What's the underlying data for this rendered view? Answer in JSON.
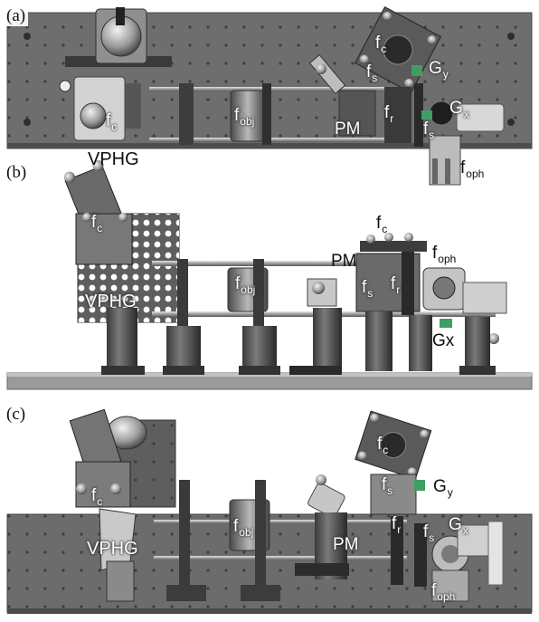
{
  "panels": [
    {
      "id": "a",
      "label": "(a)",
      "labels": {
        "vphg": "VPHG",
        "fc_left": {
          "main": "f",
          "sub": "c"
        },
        "fobj": {
          "main": "f",
          "sub": "obj"
        },
        "pm": "PM",
        "fc_right": {
          "main": "f",
          "sub": "c"
        },
        "fs": {
          "main": "f",
          "sub": "s"
        },
        "gy": {
          "main": "G",
          "sub": "y"
        },
        "fr": {
          "main": "f",
          "sub": "r"
        },
        "gx": {
          "main": "G",
          "sub": "x"
        },
        "fs2": {
          "main": "f",
          "sub": "s"
        },
        "foph": {
          "main": "f",
          "sub": "oph"
        }
      }
    },
    {
      "id": "b",
      "label": "(b)",
      "labels": {
        "fc": {
          "main": "f",
          "sub": "c"
        },
        "vphg": "VPHG",
        "fobj": {
          "main": "f",
          "sub": "obj"
        },
        "pm": "PM",
        "fs": {
          "main": "f",
          "sub": "s"
        },
        "fr": {
          "main": "f",
          "sub": "r"
        },
        "fc_top": {
          "main": "f",
          "sub": "c"
        },
        "foph": {
          "main": "f",
          "sub": "oph"
        },
        "gx": "Gx"
      }
    },
    {
      "id": "c",
      "label": "(c)",
      "labels": {
        "fc": {
          "main": "f",
          "sub": "c"
        },
        "vphg": "VPHG",
        "fobj": {
          "main": "f",
          "sub": "obj"
        },
        "pm": "PM",
        "fc_top": {
          "main": "f",
          "sub": "c"
        },
        "fs": {
          "main": "f",
          "sub": "s"
        },
        "gy": {
          "main": "G",
          "sub": "y"
        },
        "fr": {
          "main": "f",
          "sub": "r"
        },
        "fs2": {
          "main": "f",
          "sub": "s"
        },
        "gx": {
          "main": "G",
          "sub": "x"
        },
        "foph": {
          "main": "f",
          "sub": "oph"
        }
      }
    }
  ],
  "colors": {
    "breadboard": "#6c6c6c",
    "breadboard_dark": "#505050",
    "hole": "#3a3a3a",
    "metal_light": "#c9c9c9",
    "metal_mid": "#8e8e8e",
    "metal_dark": "#2c2c2c",
    "accent_green": "#3f9e63"
  }
}
